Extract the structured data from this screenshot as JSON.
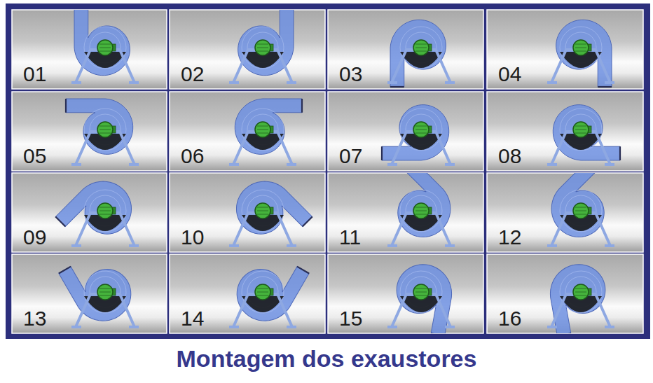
{
  "diagram": {
    "title": "Montagem dos exaustores",
    "nodes": [
      {
        "text": [
          "01"
        ]
      },
      {
        "text": [
          "02"
        ]
      },
      {
        "text": [
          "03"
        ]
      },
      {
        "text": [
          "04"
        ]
      },
      {
        "text": [
          "05"
        ]
      },
      {
        "text": [
          "06"
        ]
      },
      {
        "text": [
          "07"
        ]
      },
      {
        "text": [
          "08"
        ]
      },
      {
        "text": [
          "09"
        ]
      },
      {
        "text": [
          "10"
        ]
      },
      {
        "text": [
          "11"
        ]
      },
      {
        "text": [
          "12"
        ]
      },
      {
        "text": [
          "13"
        ]
      },
      {
        "text": [
          "14"
        ]
      },
      {
        "text": [
          "15"
        ]
      },
      {
        "text": [
          "16"
        ]
      }
    ]
  }
}
